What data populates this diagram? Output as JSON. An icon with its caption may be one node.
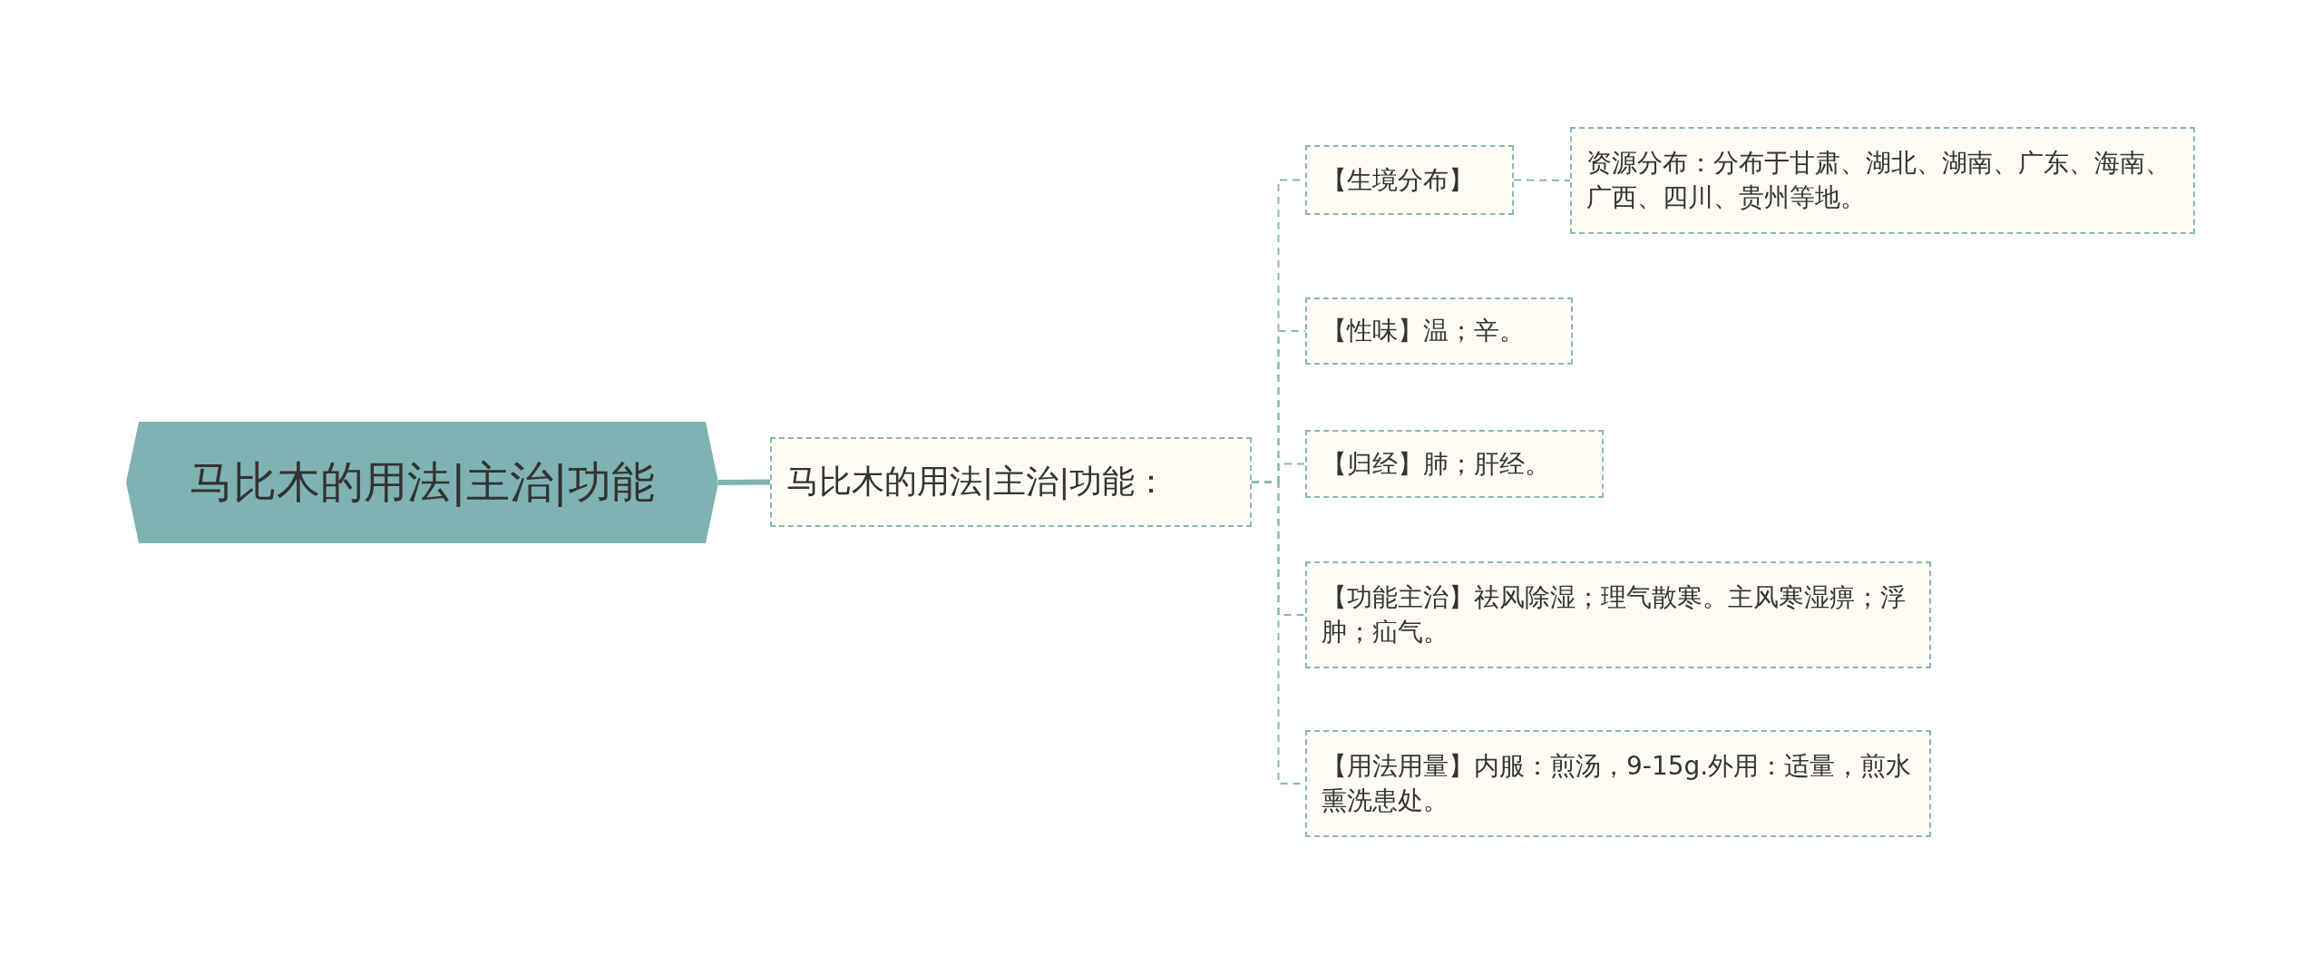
{
  "diagram": {
    "nodes": [
      {
        "text": [
          "马比木的用法|主治|功能"
        ]
      },
      {
        "text": [
          "马比木的用法|主治|功能："
        ]
      },
      {
        "text": [
          "【生境分布】"
        ]
      },
      {
        "text": [
          "资源分布：分布于甘肃、湖北、湖南、广东、海南、广西、四川、贵州等地。"
        ]
      },
      {
        "text": [
          "【性味】温；辛。"
        ]
      },
      {
        "text": [
          "【归经】肺；肝经。"
        ]
      },
      {
        "text": [
          "【功能主治】祛风除湿；理气散寒。主风寒湿痹；浮肿；疝气。"
        ]
      },
      {
        "text": [
          "【用法用量】内服：煎汤，9-15g.外用：适量，煎水熏洗患处。"
        ]
      }
    ],
    "edges": [
      {
        "from": 0,
        "to": 1,
        "arrow": "none",
        "style": "thick",
        "color": "#7fb3b3"
      },
      {
        "from": 1,
        "to": 2,
        "arrow": "none",
        "style": "dashed"
      },
      {
        "from": 1,
        "to": 4,
        "arrow": "none",
        "style": "dashed"
      },
      {
        "from": 1,
        "to": 5,
        "arrow": "none",
        "style": "dashed"
      },
      {
        "from": 1,
        "to": 6,
        "arrow": "none",
        "style": "dashed"
      },
      {
        "from": 1,
        "to": 7,
        "arrow": "none",
        "style": "dashed"
      },
      {
        "from": 2,
        "to": 3,
        "arrow": "none",
        "style": "dashed"
      }
    ]
  }
}
